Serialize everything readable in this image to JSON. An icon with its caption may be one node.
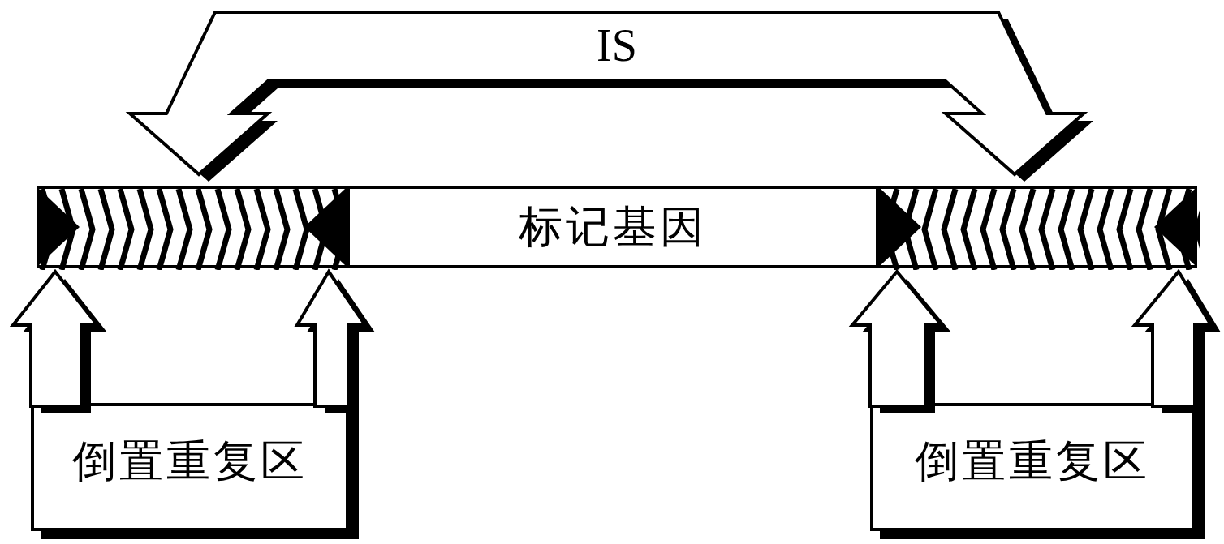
{
  "diagram": {
    "nodes": [
      {
        "text": [],
        "shape": "bar"
      },
      {
        "text": [
          "标记基因"
        ]
      },
      {
        "text": [],
        "shape": "bar"
      },
      {
        "text": [],
        "shape": "triangle",
        "in": 0
      },
      {
        "text": [],
        "shape": "triangle",
        "in": 0
      },
      {
        "text": [],
        "shape": "triangle",
        "in": 2
      },
      {
        "text": [],
        "shape": "triangle",
        "in": 2
      },
      {
        "text": [
          "倒置重复区"
        ]
      },
      {
        "text": [
          "倒置重复区"
        ]
      }
    ],
    "edges": [
      {
        "from": 0,
        "to": 2,
        "arrow": "both",
        "label": "IS"
      },
      {
        "from": 7,
        "to": 3,
        "arrow": "to"
      },
      {
        "from": 7,
        "to": 4,
        "arrow": "to"
      },
      {
        "from": 8,
        "to": 5,
        "arrow": "to"
      },
      {
        "from": 8,
        "to": 6,
        "arrow": "to"
      }
    ]
  }
}
